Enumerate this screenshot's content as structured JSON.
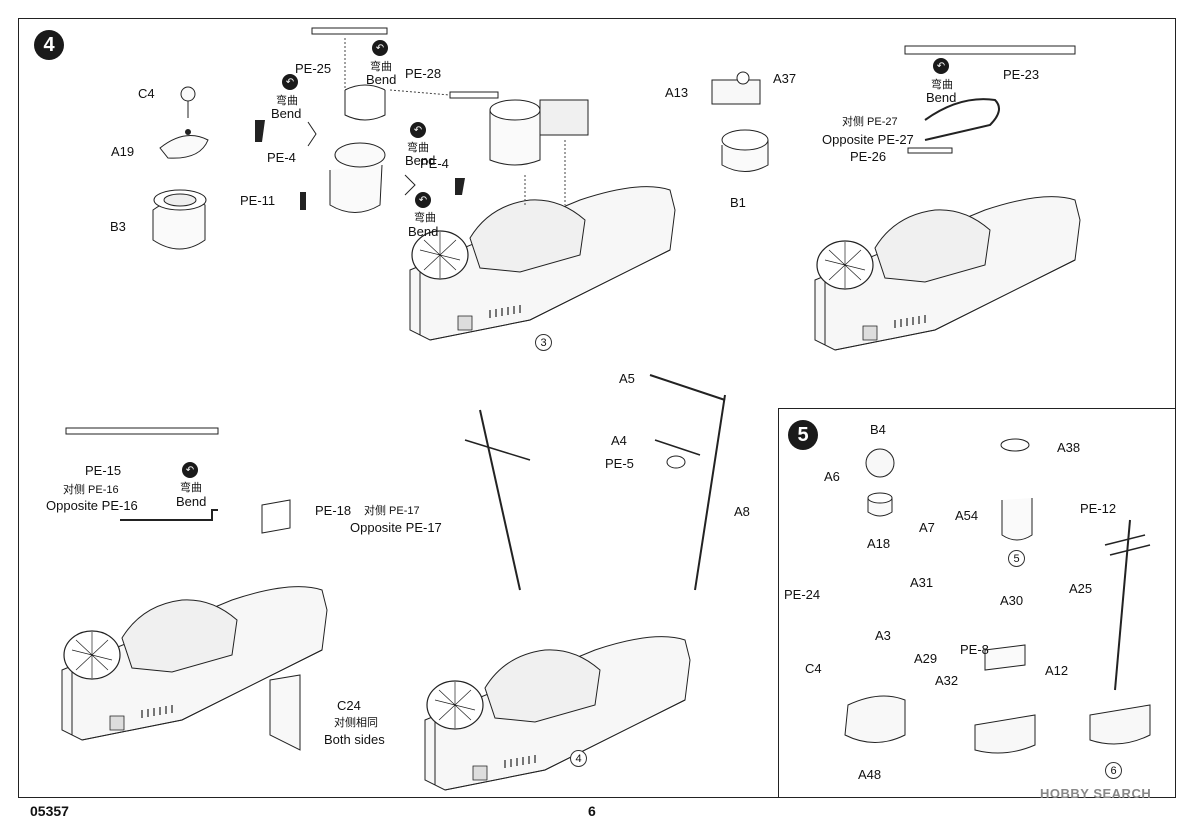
{
  "steps": {
    "step4": "4",
    "step5": "5"
  },
  "sub_assemblies": {
    "s3": "3",
    "s4": "4",
    "s5": "5",
    "s6": "6"
  },
  "bend": {
    "zh": "弯曲",
    "en": "Bend"
  },
  "labels": {
    "C4": "C4",
    "A19": "A19",
    "B3": "B3",
    "PE25": "PE-25",
    "PE28": "PE-28",
    "PE4a": "PE-4",
    "PE4b": "PE-4",
    "PE11": "PE-11",
    "A13": "A13",
    "A37": "A37",
    "B1": "B1",
    "PE23": "PE-23",
    "PE27_zh": "对侧 PE-27",
    "PE27_en": "Opposite  PE-27",
    "PE26": "PE-26",
    "PE15": "PE-15",
    "PE16_zh": "对侧  PE-16",
    "PE16_en": "Opposite  PE-16",
    "PE18": "PE-18",
    "PE17_zh": "对侧 PE-17",
    "PE17_en": "Opposite  PE-17",
    "C24": "C24",
    "C24_zh": "对侧相同",
    "C24_en": "Both  sides",
    "A5": "A5",
    "A4": "A4",
    "PE5": "PE-5",
    "A8": "A8",
    "B4": "B4",
    "A6": "A6",
    "A7": "A7",
    "A18": "A18",
    "A38": "A38",
    "A54": "A54",
    "PE12": "PE-12",
    "PE24": "PE-24",
    "A31": "A31",
    "A3": "A3",
    "A29": "A29",
    "C4b": "C4",
    "A32": "A32",
    "A48": "A48",
    "A30": "A30",
    "PE8": "PE-8",
    "A12": "A12",
    "A25": "A25"
  },
  "footer": {
    "code": "05357",
    "page": "6"
  },
  "watermark": "HOBBY SEARCH",
  "colors": {
    "ink": "#1a1a1a",
    "hull": "#f4f4f4",
    "arrow": "#9a9a9a"
  }
}
